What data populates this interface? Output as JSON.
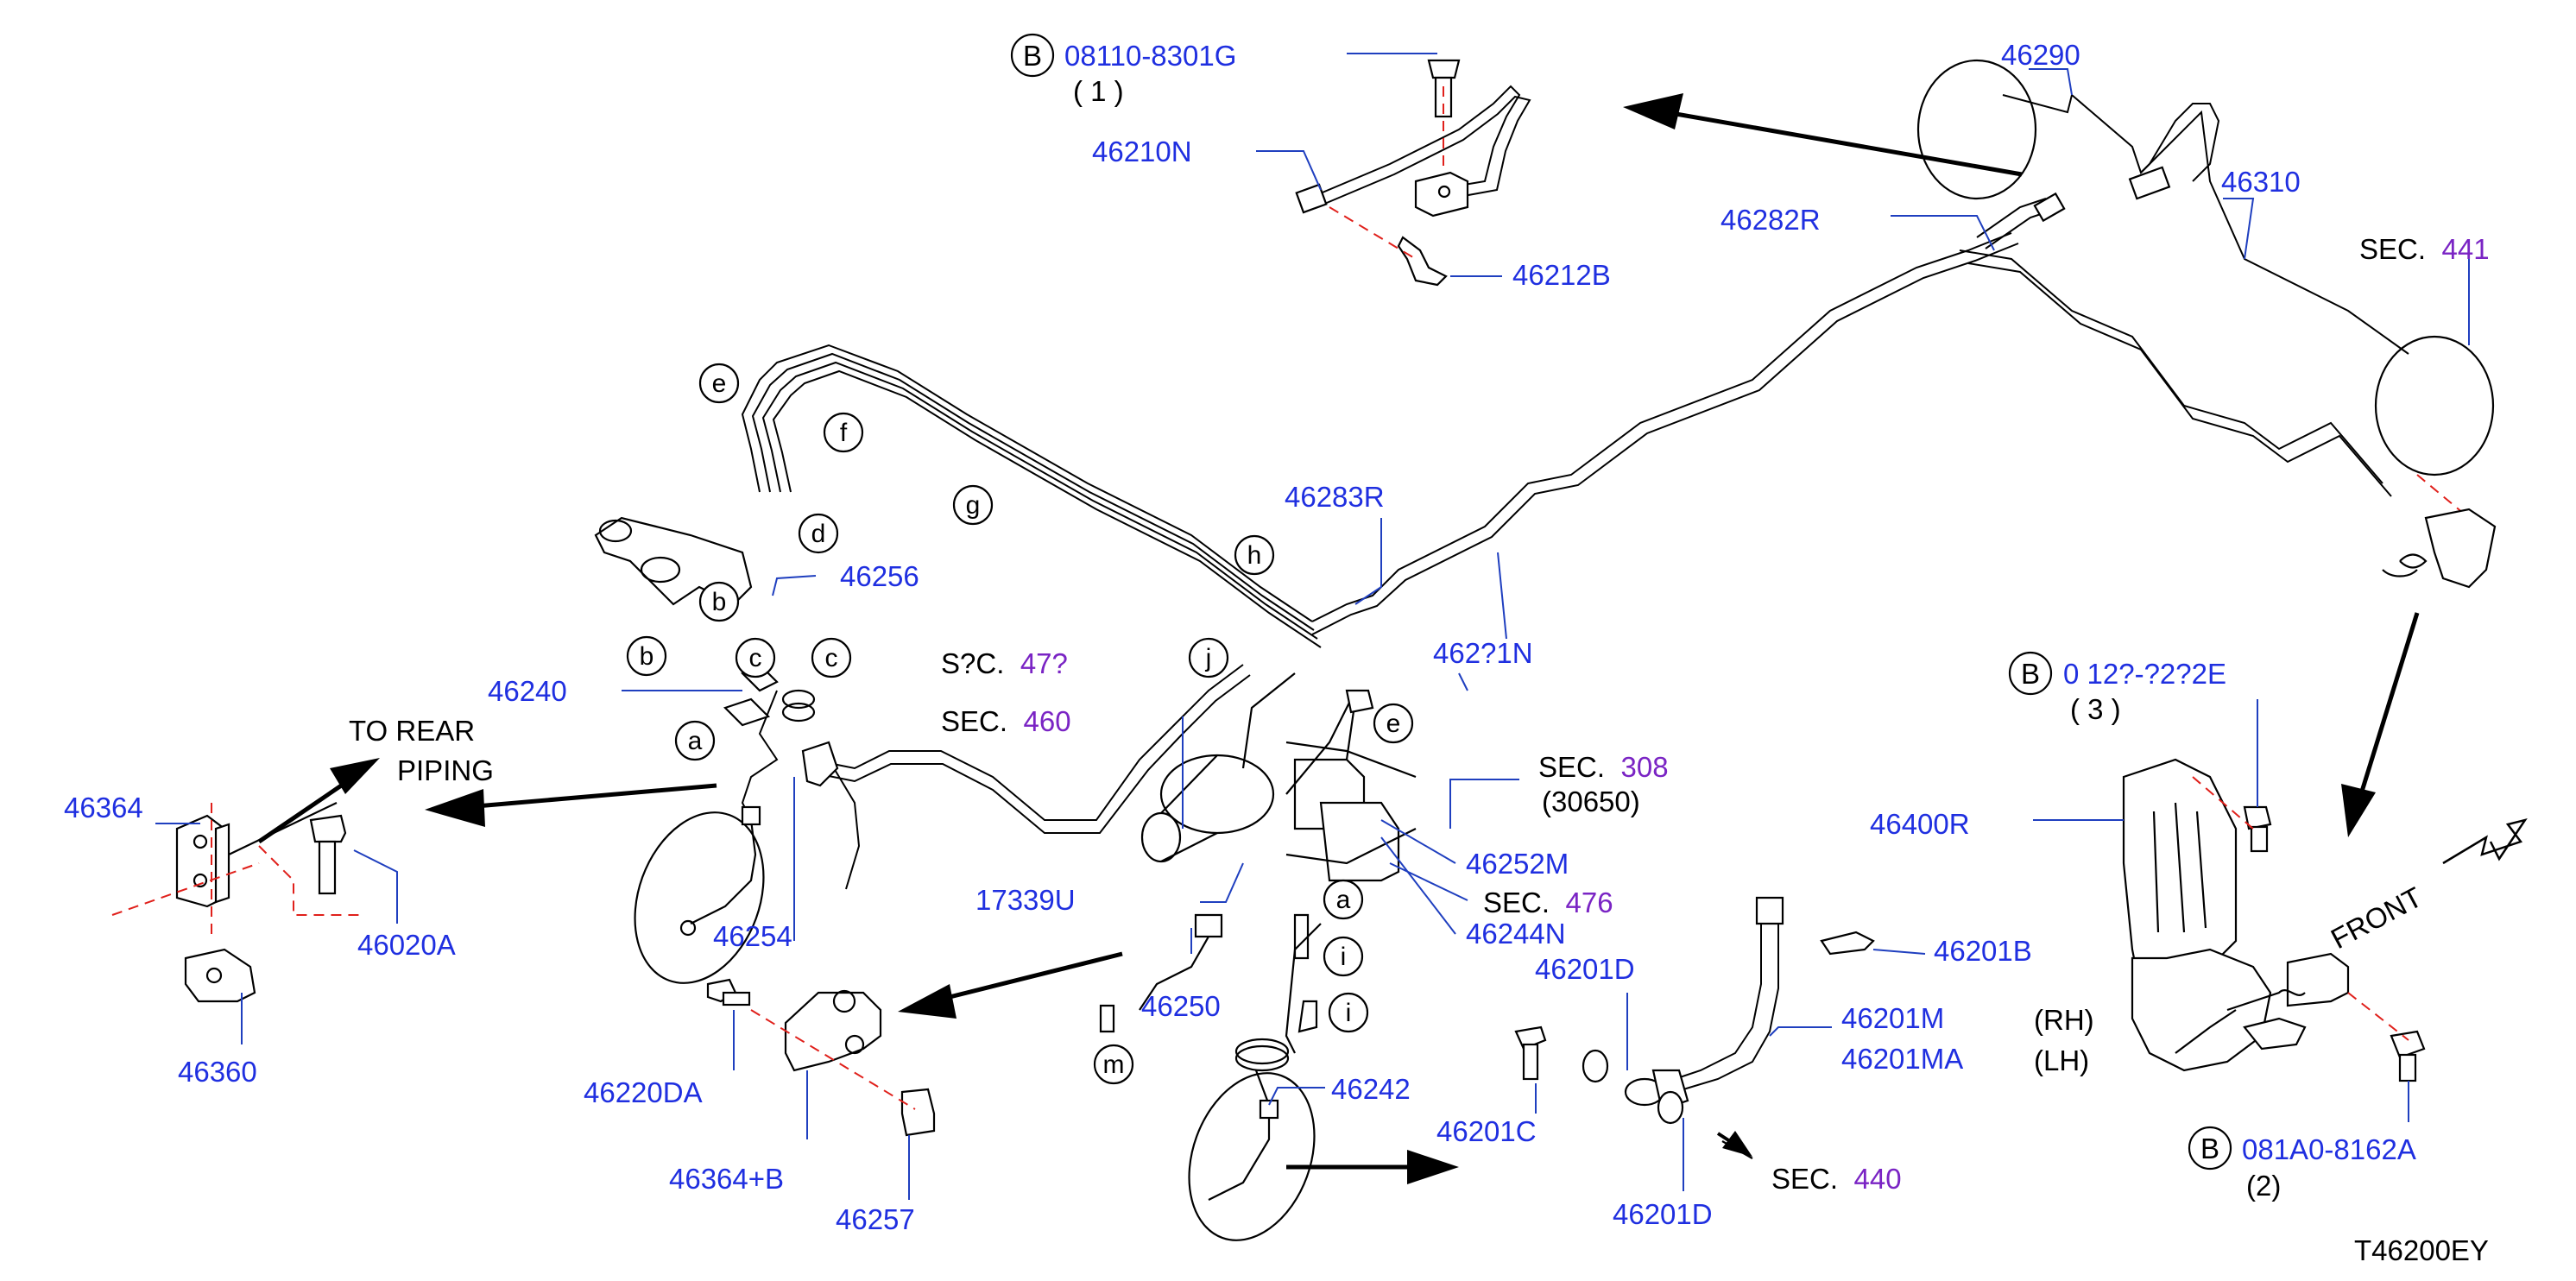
{
  "colors": {
    "part_label": "#1f2fe0",
    "section_number": "#7a24c4",
    "centerline": "#e0201b",
    "line": "#000000"
  },
  "part_labels": [
    {
      "id": "p08110",
      "text": "08110-8301G"
    },
    {
      "id": "p46210N",
      "text": "46210N"
    },
    {
      "id": "p46212B",
      "text": "46212B"
    },
    {
      "id": "p46290",
      "text": "46290"
    },
    {
      "id": "p46310",
      "text": "46310"
    },
    {
      "id": "p46282R",
      "text": "46282R"
    },
    {
      "id": "p46283R",
      "text": "46283R"
    },
    {
      "id": "p46281N",
      "text": "462?1N"
    },
    {
      "id": "p46256",
      "text": "46256"
    },
    {
      "id": "p46240",
      "text": "46240"
    },
    {
      "id": "p46364",
      "text": "46364"
    },
    {
      "id": "p46020A",
      "text": "46020A"
    },
    {
      "id": "p46360",
      "text": "46360"
    },
    {
      "id": "p46254",
      "text": "46254"
    },
    {
      "id": "p17339U",
      "text": "17339U"
    },
    {
      "id": "p46250",
      "text": "46250"
    },
    {
      "id": "p46252M",
      "text": "46252M"
    },
    {
      "id": "p46244N",
      "text": "46244N"
    },
    {
      "id": "p46220DA",
      "text": "46220DA"
    },
    {
      "id": "p46364B",
      "text": "46364+B"
    },
    {
      "id": "p46257",
      "text": "46257"
    },
    {
      "id": "p46242",
      "text": "46242"
    },
    {
      "id": "p46201C",
      "text": "46201C"
    },
    {
      "id": "p46201D1",
      "text": "46201D"
    },
    {
      "id": "p46201D2",
      "text": "46201D"
    },
    {
      "id": "p46201M",
      "text": "46201M"
    },
    {
      "id": "p46201MA",
      "text": "46201MA"
    },
    {
      "id": "p46201B",
      "text": "46201B"
    },
    {
      "id": "p46400R",
      "text": "46400R"
    },
    {
      "id": "p0812",
      "text": "0 12?-?2?2E"
    },
    {
      "id": "p081A0",
      "text": "081A0-8162A"
    }
  ],
  "quantities": [
    {
      "id": "q1",
      "text": "( 1 )"
    },
    {
      "id": "q3",
      "text": "( 3 )"
    },
    {
      "id": "q2",
      "text": "(2)"
    }
  ],
  "bolt_markers": [
    {
      "id": "b1",
      "text": "B"
    },
    {
      "id": "b2",
      "text": "B"
    },
    {
      "id": "b3",
      "text": "B"
    }
  ],
  "section_refs": [
    {
      "id": "s441",
      "prefix": "SEC.",
      "number": "441"
    },
    {
      "id": "s470",
      "prefix": "S?C.",
      "number": "47?"
    },
    {
      "id": "s460",
      "prefix": "SEC.",
      "number": "460"
    },
    {
      "id": "s308",
      "prefix": "SEC.",
      "number": "308"
    },
    {
      "id": "s476",
      "prefix": "SEC.",
      "number": "476"
    },
    {
      "id": "s440",
      "prefix": "SEC.",
      "number": "440"
    }
  ],
  "notes": {
    "code_30650": "(30650)",
    "to_rear_1": "TO  REAR",
    "to_rear_2": "PIPING",
    "front": "FRONT",
    "rh": "(RH)",
    "lh": "(LH)",
    "drawing_id": "T46200EY"
  },
  "clip_callouts": [
    {
      "id": "c_e1",
      "text": "e"
    },
    {
      "id": "c_f",
      "text": "f"
    },
    {
      "id": "c_g",
      "text": "g"
    },
    {
      "id": "c_d",
      "text": "d"
    },
    {
      "id": "c_h",
      "text": "h"
    },
    {
      "id": "c_b",
      "text": "b"
    },
    {
      "id": "c_b2",
      "text": "b"
    },
    {
      "id": "c_c1",
      "text": "c"
    },
    {
      "id": "c_c2",
      "text": "c"
    },
    {
      "id": "c_j",
      "text": "j"
    },
    {
      "id": "c_e2",
      "text": "e"
    },
    {
      "id": "c_a1",
      "text": "a"
    },
    {
      "id": "c_a2",
      "text": "a"
    },
    {
      "id": "c_i1",
      "text": "i"
    },
    {
      "id": "c_i2",
      "text": "i"
    },
    {
      "id": "c_m",
      "text": "m"
    }
  ]
}
